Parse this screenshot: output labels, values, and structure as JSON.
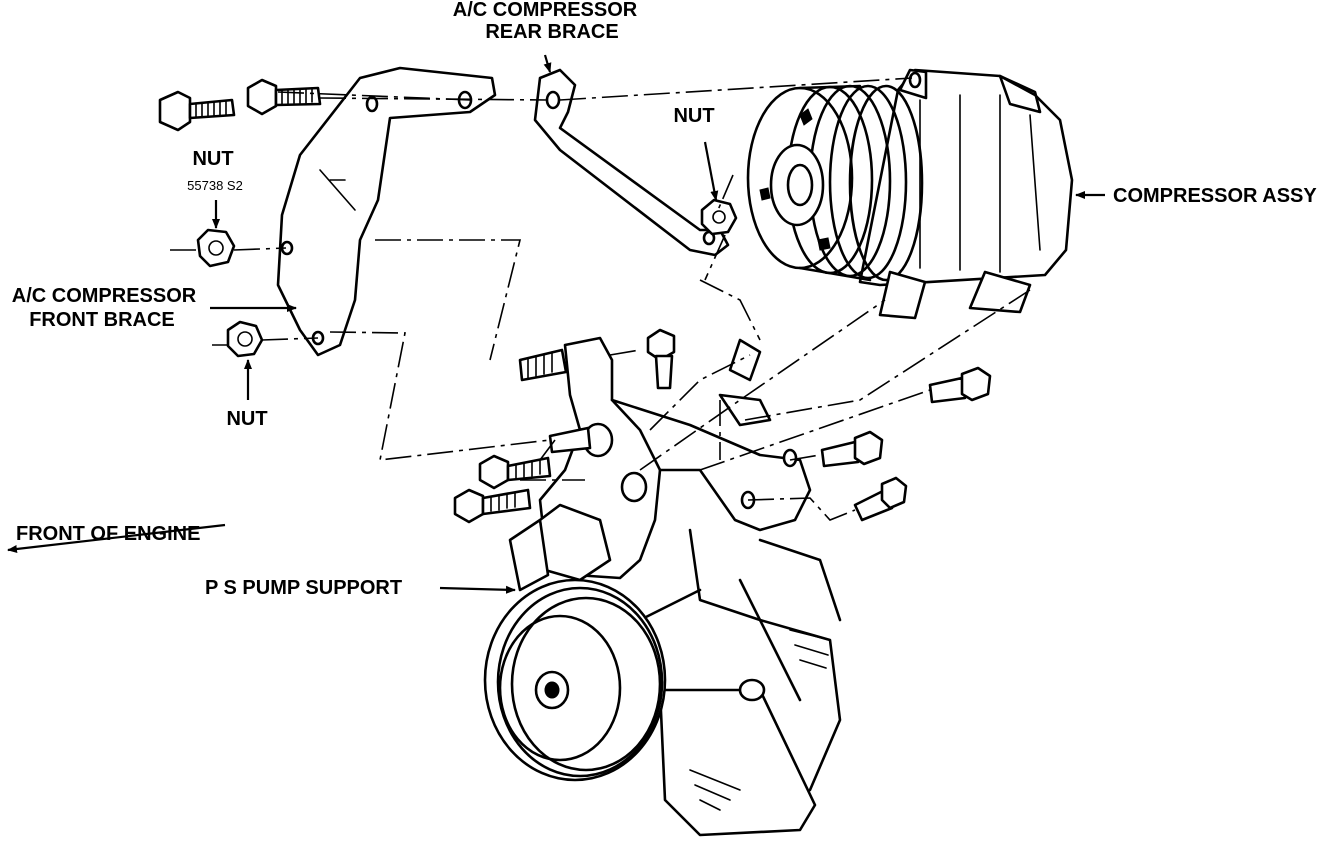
{
  "labels": {
    "rear_brace_line1": "A/C COMPRESSOR",
    "rear_brace_line2": "REAR BRACE",
    "nut_top_right": "NUT",
    "compressor_assy": "COMPRESSOR ASSY",
    "nut_left": "NUT",
    "nut_left_part_number": "55738 S2",
    "front_brace_line1": "A/C COMPRESSOR",
    "front_brace_line2": "FRONT BRACE",
    "nut_bottom_left": "NUT",
    "front_of_engine": "FRONT OF ENGINE",
    "ps_pump_support": "P S PUMP SUPPORT"
  }
}
